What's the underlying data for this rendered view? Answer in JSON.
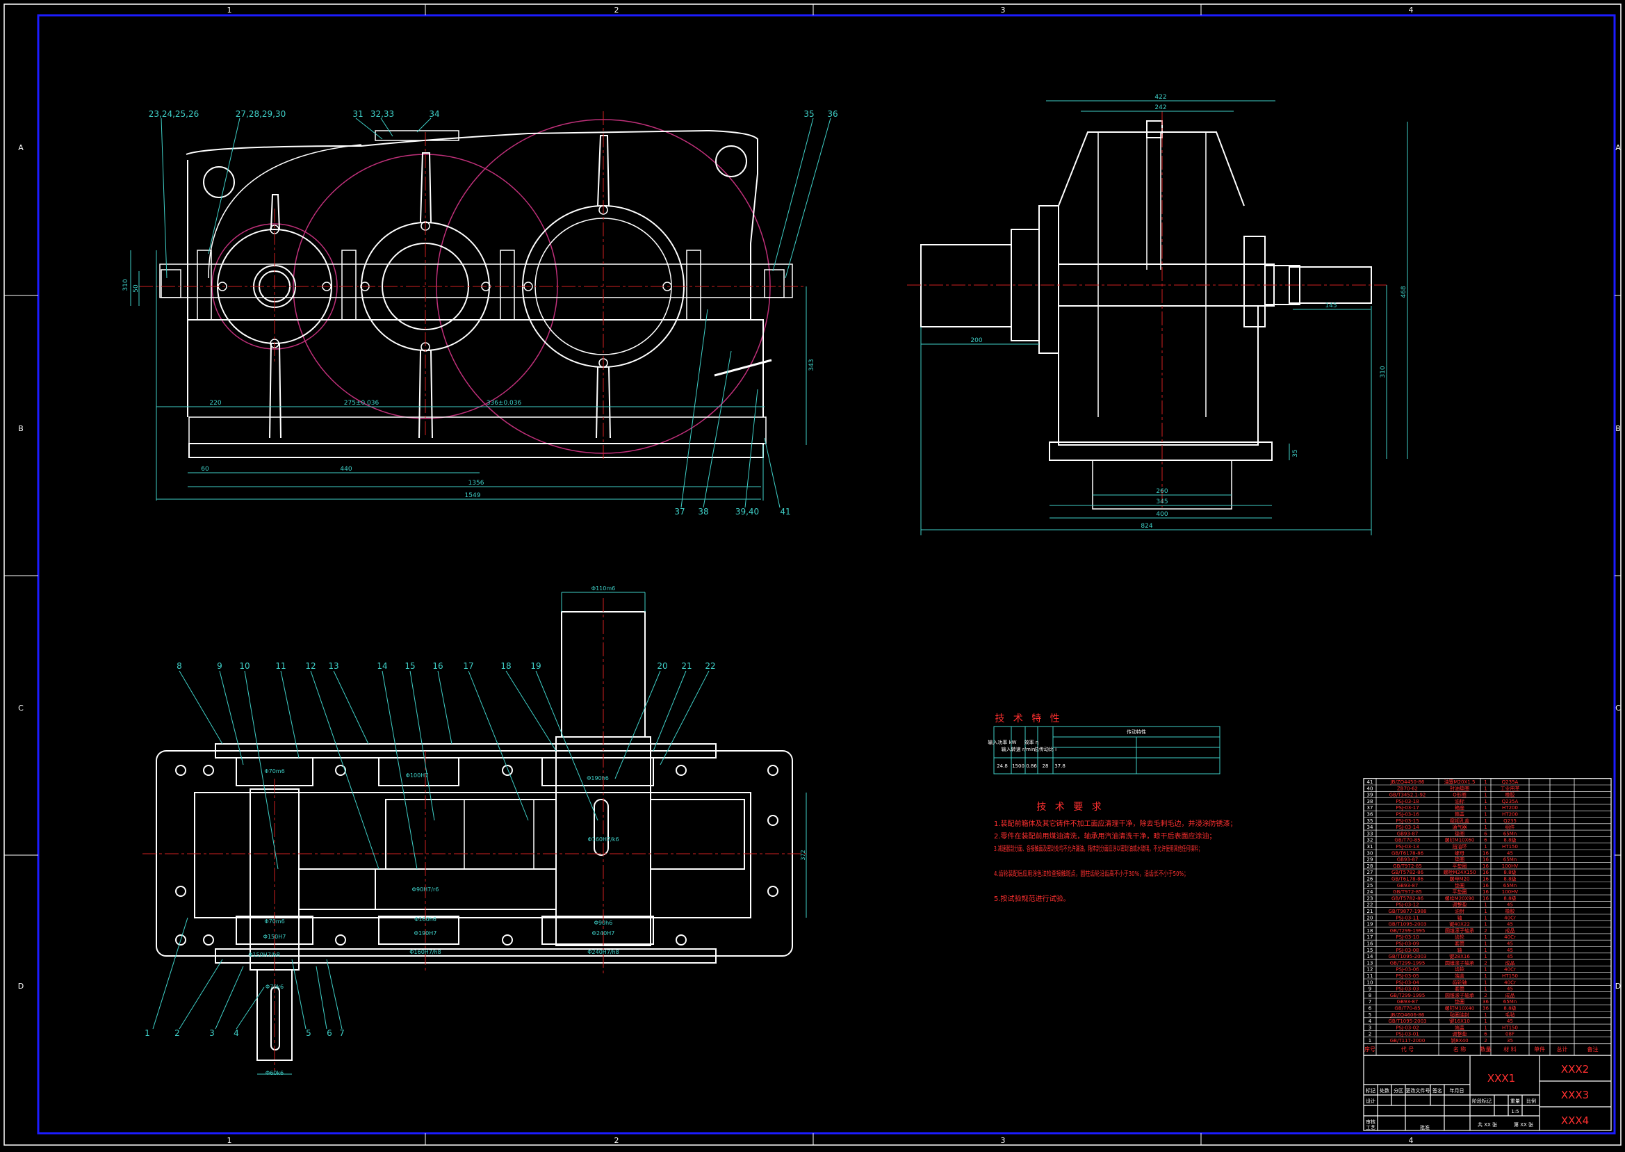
{
  "frame": {
    "col_numbers": [
      "1",
      "2",
      "3",
      "4"
    ],
    "row_letters": [
      "A",
      "B",
      "C",
      "D"
    ]
  },
  "colors": {
    "background": "#000000",
    "outline": "#ffffff",
    "frame": "#1c1cff",
    "dimension": "#3fd0c8",
    "center_line": "#d02020",
    "pitch_circle": "#c0307a",
    "title_red": "#ff3030",
    "label_cyan": "#7fd8d8"
  },
  "front_view": {
    "top_balloons": [
      "23,24,25,26",
      "27,28,29,30",
      "31",
      "32,33",
      "34",
      "35",
      "36"
    ],
    "bottom_balloons": [
      "37",
      "38",
      "39,40",
      "41"
    ],
    "dims": {
      "left_offset": "220",
      "center_1": "275±0.036",
      "center_2": "336±0.036",
      "foot_left": "60",
      "foot_span": "440",
      "overall_1": "1356",
      "overall_2": "1549",
      "height_left": "50",
      "height_left2": "310",
      "height_right": "343"
    }
  },
  "side_view": {
    "dims": {
      "top_1": "422",
      "top_2": "242",
      "shaft_left": "200",
      "shaft_right": "145",
      "height_1": "468",
      "height_2": "310",
      "base_h": "35",
      "base_1": "260",
      "base_2": "345",
      "base_3": "400",
      "overall": "824"
    }
  },
  "plan_view": {
    "top_balloons": [
      "8",
      "9",
      "10",
      "11",
      "12",
      "13",
      "14",
      "15",
      "16",
      "17",
      "18",
      "19",
      "20",
      "21",
      "22"
    ],
    "bottom_balloons": [
      "1",
      "2",
      "3",
      "4",
      "5",
      "6",
      "7"
    ],
    "fit_labels": [
      "Φ70m6",
      "Φ100H7",
      "Φ190h6",
      "Φ90H7/r6",
      "Φ160h6",
      "Φ190H7",
      "Φ160H7/h8",
      "Φ70m6",
      "Φ150H7",
      "Φ150H7/h8",
      "Φ70k6",
      "Φ240H7",
      "Φ240H7/h8",
      "Φ160H7/k6",
      "Φ90h6"
    ],
    "shaft_top": "Φ110m6",
    "shaft_bottom": "Φ60k6",
    "dim_right": "372"
  },
  "tech_spec": {
    "title": "技 术 特 性",
    "headers": [
      "输入功率 kW",
      "输入转速 r/min",
      "效率 η",
      "总传动比 i",
      "传动特性"
    ],
    "values": [
      "24.8",
      "1500",
      "0.86",
      "28",
      "37.8"
    ]
  },
  "tech_req": {
    "title": "技 术 要 求",
    "items": [
      "1.装配前箱体及其它铸件不加工面应清理干净，除去毛刺毛边，并浸涂防锈漆；",
      "2.零件在装配前用煤油清洗，轴承用汽油清洗干净，晾干后表面应涂油；",
      "3.减速器剖分面、各接触面及密封处均不允许漏油，箱体剖分面应涂以密封油或水玻璃，不允许使用其他任何填料；",
      "4.齿轮装配后应用涂色法检查接触斑点，圆柱齿轮沿齿高不小于30%，沿齿长不小于50%；",
      "5.按试验规范进行试验。"
    ]
  },
  "bom": [
    {
      "no": "41",
      "code": "JB/ZQ4450-86",
      "name": "油塞M20X1.5",
      "qty": "1",
      "mat": "Q235A"
    },
    {
      "no": "40",
      "code": "ZB70-62",
      "name": "封油垫圈",
      "qty": "1",
      "mat": "工业用革"
    },
    {
      "no": "39",
      "code": "GB/T3452.1-92",
      "name": "O形圈",
      "qty": "1",
      "mat": "橡胶"
    },
    {
      "no": "38",
      "code": "PSJ-03-18",
      "name": "油标",
      "qty": "1",
      "mat": "Q235A"
    },
    {
      "no": "37",
      "code": "PSJ-03-17",
      "name": "箱座",
      "qty": "1",
      "mat": "HT200"
    },
    {
      "no": "36",
      "code": "PSJ-03-16",
      "name": "箱盖",
      "qty": "1",
      "mat": "HT200"
    },
    {
      "no": "35",
      "code": "PSJ-03-15",
      "name": "窥视孔盖",
      "qty": "1",
      "mat": "Q235"
    },
    {
      "no": "34",
      "code": "PSJ-03-14",
      "name": "通气器",
      "qty": "1",
      "mat": "组件"
    },
    {
      "no": "33",
      "code": "GB93-87",
      "name": "垫圈",
      "qty": "6",
      "mat": "65Mn"
    },
    {
      "no": "32",
      "code": "GB/T70-85",
      "name": "螺钉M10X60",
      "qty": "6",
      "mat": "8.8级"
    },
    {
      "no": "31",
      "code": "PSJ-03-13",
      "name": "挡油环",
      "qty": "1",
      "mat": "HT150"
    },
    {
      "no": "30",
      "code": "GB/T6178-86",
      "name": "螺母",
      "qty": "16",
      "mat": "45"
    },
    {
      "no": "29",
      "code": "GB93-87",
      "name": "垫圈",
      "qty": "16",
      "mat": "65Mn"
    },
    {
      "no": "28",
      "code": "GB/T972-85",
      "name": "平垫圈",
      "qty": "16",
      "mat": "100HV"
    },
    {
      "no": "27",
      "code": "GB/T5782-86",
      "name": "螺栓M24X150",
      "qty": "16",
      "mat": "8.8级"
    },
    {
      "no": "26",
      "code": "GB/T6178-86",
      "name": "螺母M20",
      "qty": "16",
      "mat": "8.8级"
    },
    {
      "no": "25",
      "code": "GB93-87",
      "name": "垫圈",
      "qty": "16",
      "mat": "65Mn"
    },
    {
      "no": "24",
      "code": "GB/T972-85",
      "name": "平垫圈",
      "qty": "16",
      "mat": "100HV"
    },
    {
      "no": "23",
      "code": "GB/T5782-86",
      "name": "螺栓M20X90",
      "qty": "16",
      "mat": "8.8级"
    },
    {
      "no": "22",
      "code": "PSJ-03-12",
      "name": "调整垫",
      "qty": "1",
      "mat": "45"
    },
    {
      "no": "21",
      "code": "GB/T9877-1988",
      "name": "油封",
      "qty": "1",
      "mat": "橡胶"
    },
    {
      "no": "20",
      "code": "PSJ-03-11",
      "name": "轴",
      "qty": "1",
      "mat": "40Cr"
    },
    {
      "no": "19",
      "code": "GB/T1095-2003",
      "name": "键40X22",
      "qty": "1",
      "mat": "45"
    },
    {
      "no": "18",
      "code": "GB/T299-1995",
      "name": "圆锥滚子轴承",
      "qty": "2",
      "mat": "成品"
    },
    {
      "no": "17",
      "code": "PSJ-03-10",
      "name": "齿轮",
      "qty": "1",
      "mat": "40Cr"
    },
    {
      "no": "16",
      "code": "PSJ-03-09",
      "name": "套筒",
      "qty": "1",
      "mat": "45"
    },
    {
      "no": "15",
      "code": "PSJ-03-08",
      "name": "轴",
      "qty": "1",
      "mat": "45"
    },
    {
      "no": "14",
      "code": "GB/T1095-2003",
      "name": "键28X16",
      "qty": "1",
      "mat": "45"
    },
    {
      "no": "13",
      "code": "GB/T299-1995",
      "name": "圆锥滚子轴承",
      "qty": "2",
      "mat": "成品"
    },
    {
      "no": "12",
      "code": "PSJ-03-06",
      "name": "齿轮",
      "qty": "1",
      "mat": "40Cr"
    },
    {
      "no": "11",
      "code": "PSJ-03-05",
      "name": "端盖",
      "qty": "1",
      "mat": "HT150"
    },
    {
      "no": "10",
      "code": "PSJ-03-04",
      "name": "齿轮轴",
      "qty": "1",
      "mat": "40Cr"
    },
    {
      "no": "9",
      "code": "PSJ-03-03",
      "name": "套筒",
      "qty": "1",
      "mat": "45"
    },
    {
      "no": "8",
      "code": "GB/T299-1995",
      "name": "圆锥滚子轴承",
      "qty": "2",
      "mat": "成品"
    },
    {
      "no": "7",
      "code": "GB93-87",
      "name": "垫圈",
      "qty": "36",
      "mat": "65Mn"
    },
    {
      "no": "6",
      "code": "GB/T70-85",
      "name": "螺钉M10X40",
      "qty": "36",
      "mat": "8.8级"
    },
    {
      "no": "5",
      "code": "JB/ZQ4606-86",
      "name": "毡圈油封",
      "qty": "1",
      "mat": "毛毡"
    },
    {
      "no": "4",
      "code": "GB/T1095-2003",
      "name": "键16X10",
      "qty": "1",
      "mat": "45"
    },
    {
      "no": "3",
      "code": "PSJ-03-02",
      "name": "端盖",
      "qty": "1",
      "mat": "HT150"
    },
    {
      "no": "2",
      "code": "PSJ-03-01",
      "name": "调整垫",
      "qty": "6",
      "mat": "08F"
    },
    {
      "no": "1",
      "code": "GB/T117-2000",
      "name": "销8X40",
      "qty": "2",
      "mat": "35"
    }
  ],
  "bom_header": {
    "no": "序号",
    "code": "代 号",
    "name": "名 称",
    "qty": "数量",
    "mat": "材 料",
    "w1": "单件",
    "w2": "总计",
    "note": "备注"
  },
  "title_block": {
    "drawing_name": "XXX1",
    "company": "XXX2",
    "drawing_no": "XXX3",
    "sheet_info": "XXX4",
    "row_labels": [
      "标记",
      "处数",
      "分区",
      "更改文件号",
      "签名",
      "年月日"
    ],
    "design": "设计",
    "check": "审核",
    "process": "工艺",
    "approve": "批准",
    "stage": "阶段标记",
    "weight": "重量",
    "scale": "比例",
    "scale_val": "1:5",
    "sheet_of": "共 XX 张",
    "sheet_no": "第 XX 张"
  }
}
